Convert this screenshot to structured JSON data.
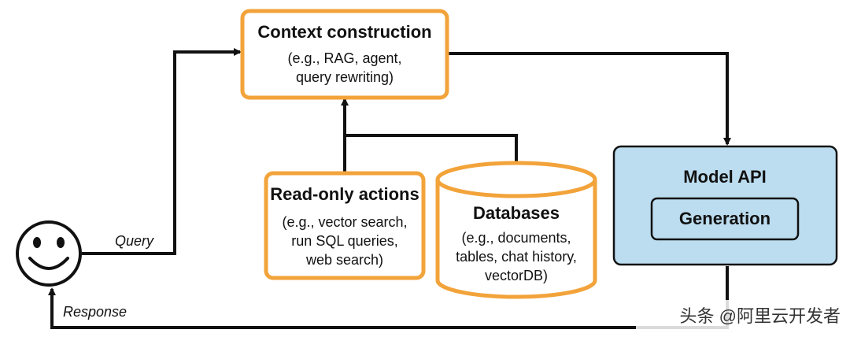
{
  "colors": {
    "orange_stroke": "#f2a33a",
    "model_fill": "#bcdcef",
    "line": "#111111",
    "face_stroke": "#111111"
  },
  "nodes": {
    "context": {
      "title": "Context construction",
      "lines": [
        "(e.g., RAG, agent,",
        "query rewriting)"
      ]
    },
    "readonly": {
      "title": "Read-only actions",
      "lines": [
        "(e.g., vector search,",
        "run SQL queries,",
        "web search)"
      ]
    },
    "databases": {
      "title": "Databases",
      "lines": [
        "(e.g., documents,",
        "tables, chat history,",
        "vectorDB)"
      ]
    },
    "model_api": {
      "title": "Model API",
      "inner_label": "Generation"
    },
    "user": {
      "icon": "smiley-face-icon"
    }
  },
  "edges": {
    "query_label": "Query",
    "response_label": "Response"
  },
  "watermark": "头条 @阿里云开发者"
}
